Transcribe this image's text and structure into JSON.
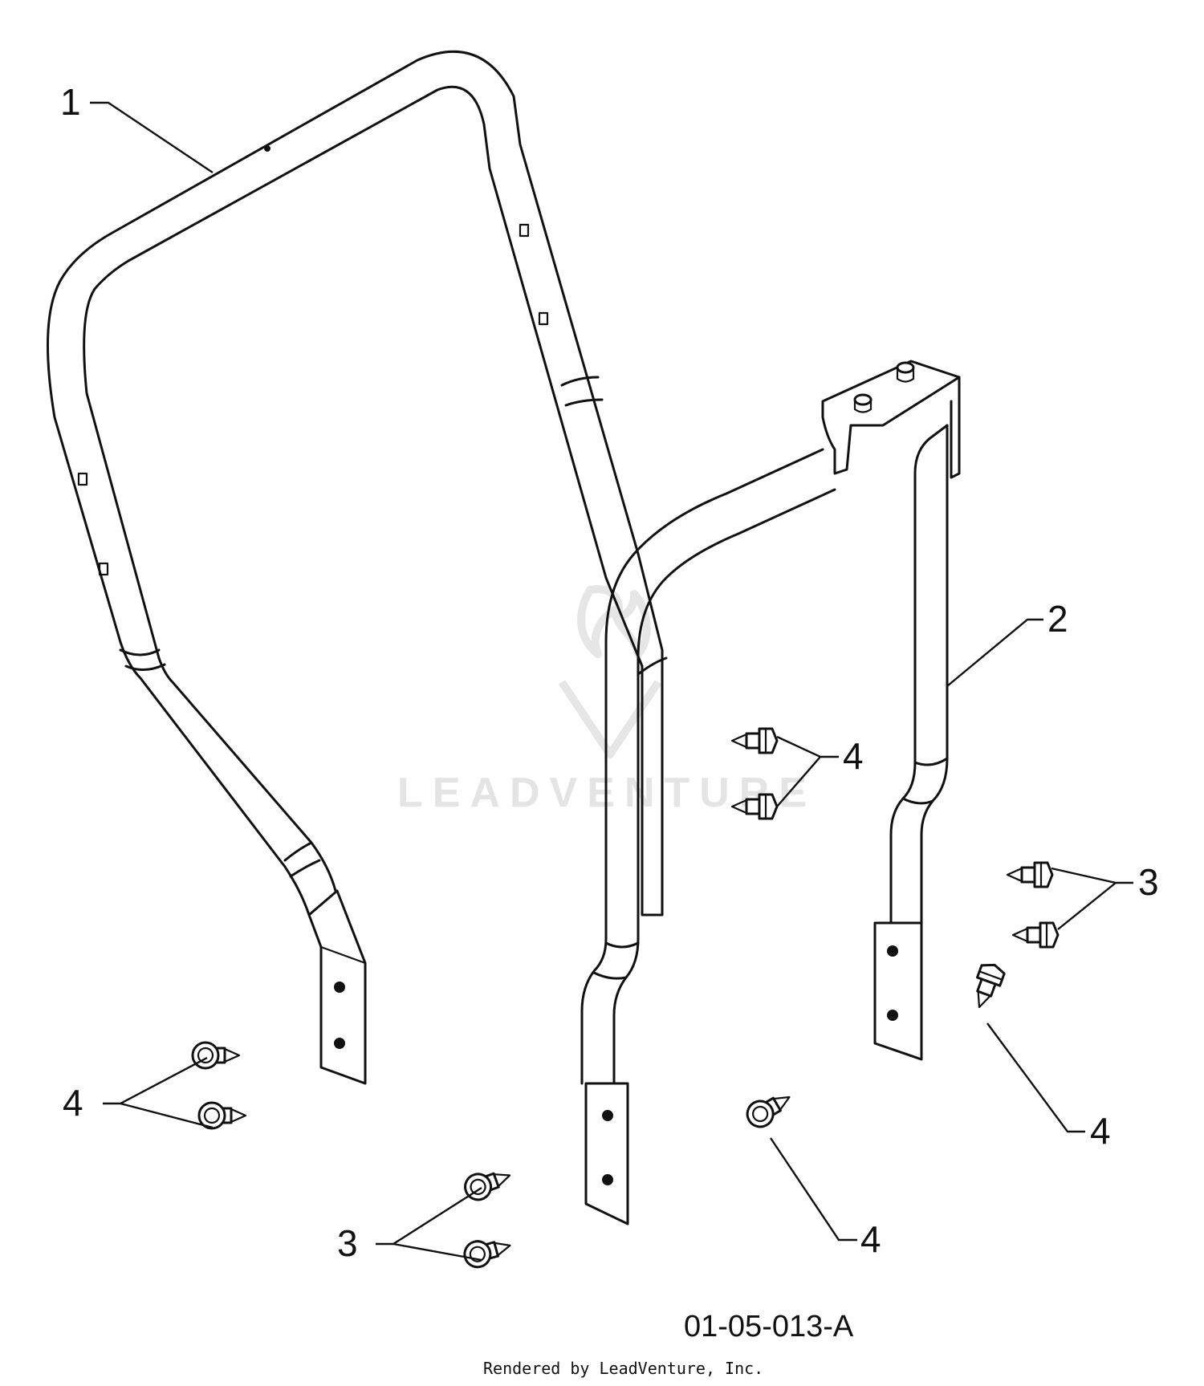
{
  "callouts": {
    "part_1": "1",
    "part_2": "2",
    "part_3_right": "3",
    "part_3_lower": "3",
    "part_4_center": "4",
    "part_4_left": "4",
    "part_4_right": "4",
    "part_4_bottom": "4"
  },
  "diagram_code": "01-05-013-A",
  "footer_credit": "Rendered by LeadVenture, Inc.",
  "watermark": "LEADVENTURE"
}
